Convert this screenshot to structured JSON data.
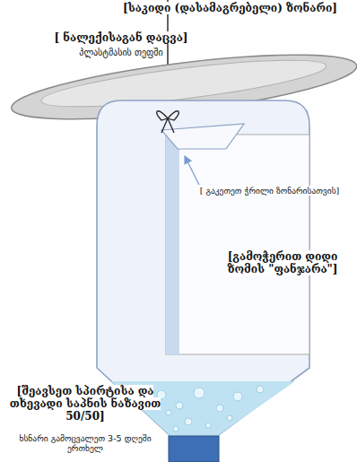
{
  "diagram": {
    "labels": [
      "[საკიდი (დასამაგრებელი) ზონარი]",
      "[ ნალექისაგან დაცვა]",
      "პლასტმასის თეფში",
      "[ გაკეთეთ ჭრილი ზონარისათვის]",
      "[გამოჭერით დიდი ზომის \"ფანჯარა\"]",
      "[შეავსეთ სპირტისა და თხევადი საპნის ნაზავით 50/50]",
      "ხსნარი გამოცვალეთ 3-5 დღეში ერთხელ"
    ]
  }
}
